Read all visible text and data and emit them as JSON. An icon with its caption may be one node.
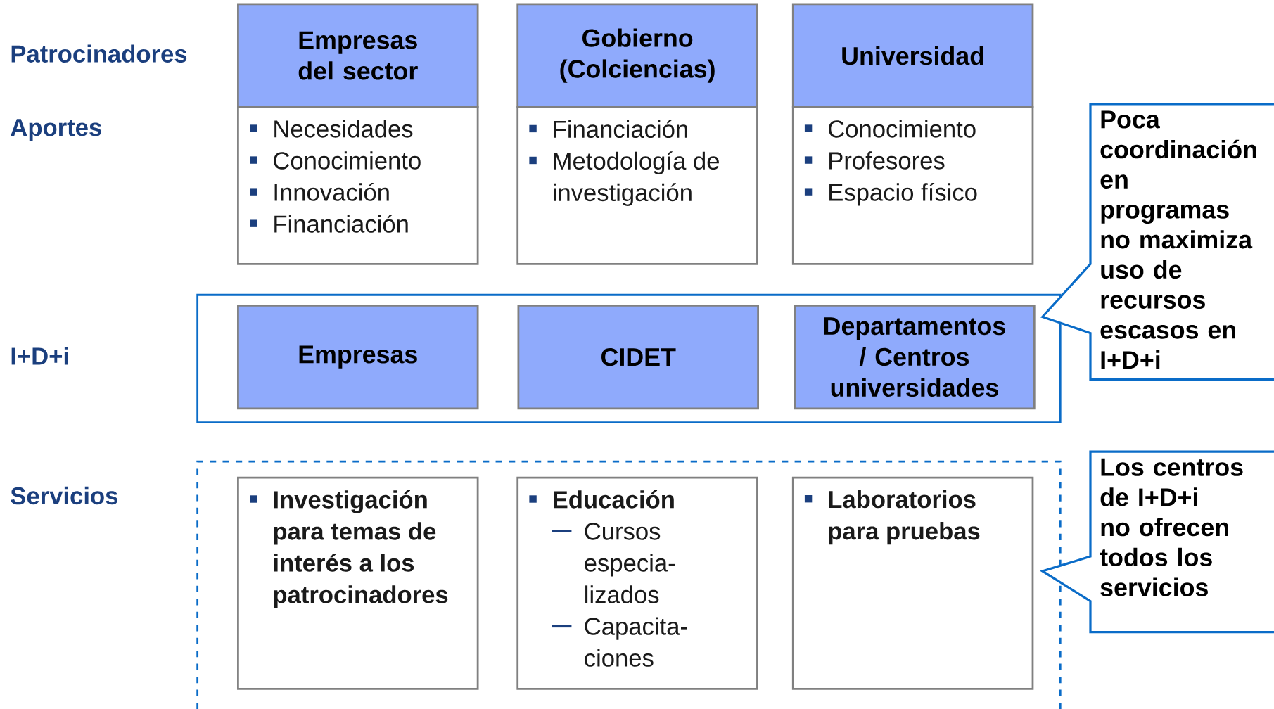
{
  "diagram": {
    "nodes": [
      {
        "text": [
          "Empresas del sector"
        ]
      },
      {
        "text": [
          "Necesidades",
          "Conocimiento",
          "Innovación",
          "Financiación"
        ]
      },
      {
        "text": [
          "Gobierno (Colciencias)"
        ]
      },
      {
        "text": [
          "Financiación",
          "Metodología de investigación"
        ]
      },
      {
        "text": [
          "Universidad"
        ]
      },
      {
        "text": [
          "Conocimiento",
          "Profesores",
          "Espacio físico"
        ]
      },
      {
        "text": [],
        "shape": "box"
      },
      {
        "text": [
          "Empresas"
        ],
        "in": 6
      },
      {
        "text": [
          "CIDET"
        ],
        "in": 6
      },
      {
        "text": [
          "Departamentos / Centros universidades"
        ],
        "in": 6
      },
      {
        "text": [],
        "shape": "box"
      },
      {
        "text": [
          "Investigación para temas de interés a los patrocinadores"
        ],
        "in": 10
      },
      {
        "text": [
          "Educación",
          "Cursos especia- lizados",
          "Capacita- ciones"
        ],
        "in": 10
      },
      {
        "text": [
          "Laboratorios para pruebas"
        ],
        "in": 10
      },
      {
        "text": [
          "Poca coordinación en programas no maximiza uso de recursos escasos en I+D+i"
        ]
      },
      {
        "text": [
          "Los centros de I+D+i no ofrecen todos los servicios"
        ]
      }
    ],
    "labels": [
      "Patrocinadores",
      "Aportes",
      "I+D+i",
      "Servicios"
    ]
  }
}
